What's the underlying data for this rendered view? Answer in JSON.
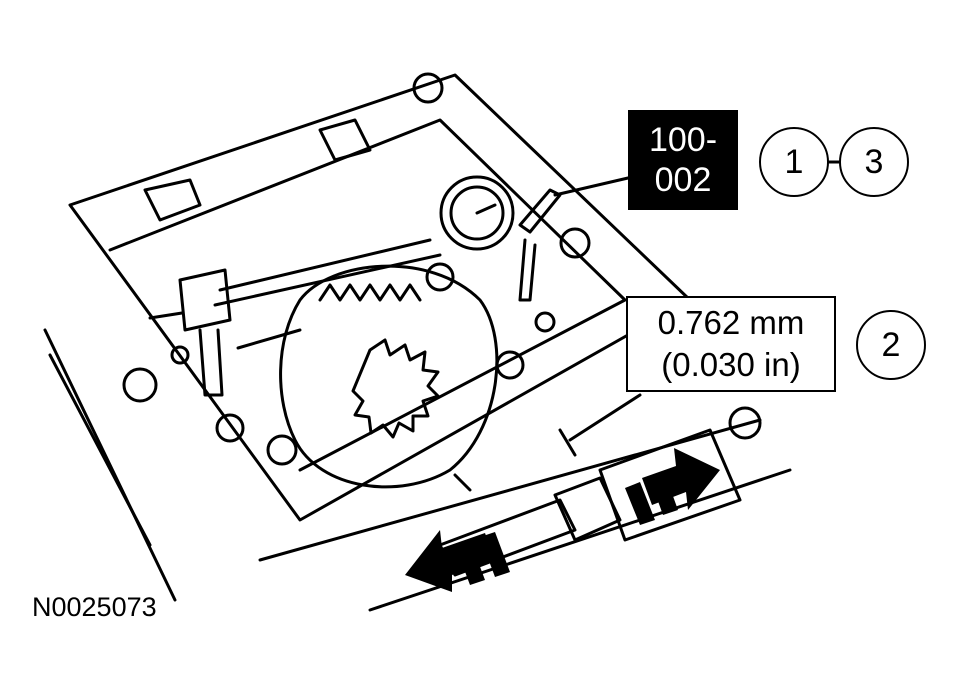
{
  "tool_label": {
    "line1": "100-",
    "line2": "002"
  },
  "spec_label": {
    "line1": "0.762 mm",
    "line2": "(0.030 in)"
  },
  "callouts": {
    "c1": "1",
    "c2": "2",
    "c3": "3"
  },
  "figure_id": "N0025073"
}
